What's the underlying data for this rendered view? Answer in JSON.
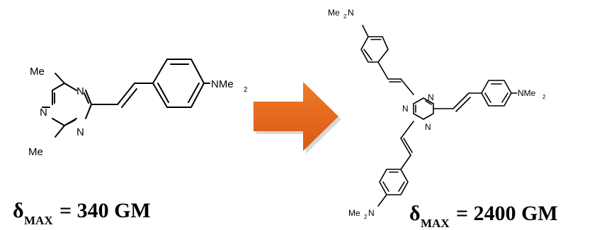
{
  "left_molecule": {
    "methyl_top": "Me",
    "methyl_bottom": "Me",
    "ring_n": "N",
    "amine_base": "NMe",
    "amine_sub": "2"
  },
  "right_molecule": {
    "ring_n": "N",
    "amine_me": "Me",
    "amine_sub": "2",
    "amine_n": "N",
    "amine_right_base": "NMe",
    "amine_right_sub": "2"
  },
  "arrow": {
    "color": "#e8641b",
    "shadow": "#d4d4d4"
  },
  "results": {
    "left": {
      "symbol": "δ",
      "subscript": "MAX",
      "value": " = 340 GM"
    },
    "right": {
      "symbol": "δ",
      "subscript": "MAX",
      "value": " = 2400 GM"
    }
  }
}
